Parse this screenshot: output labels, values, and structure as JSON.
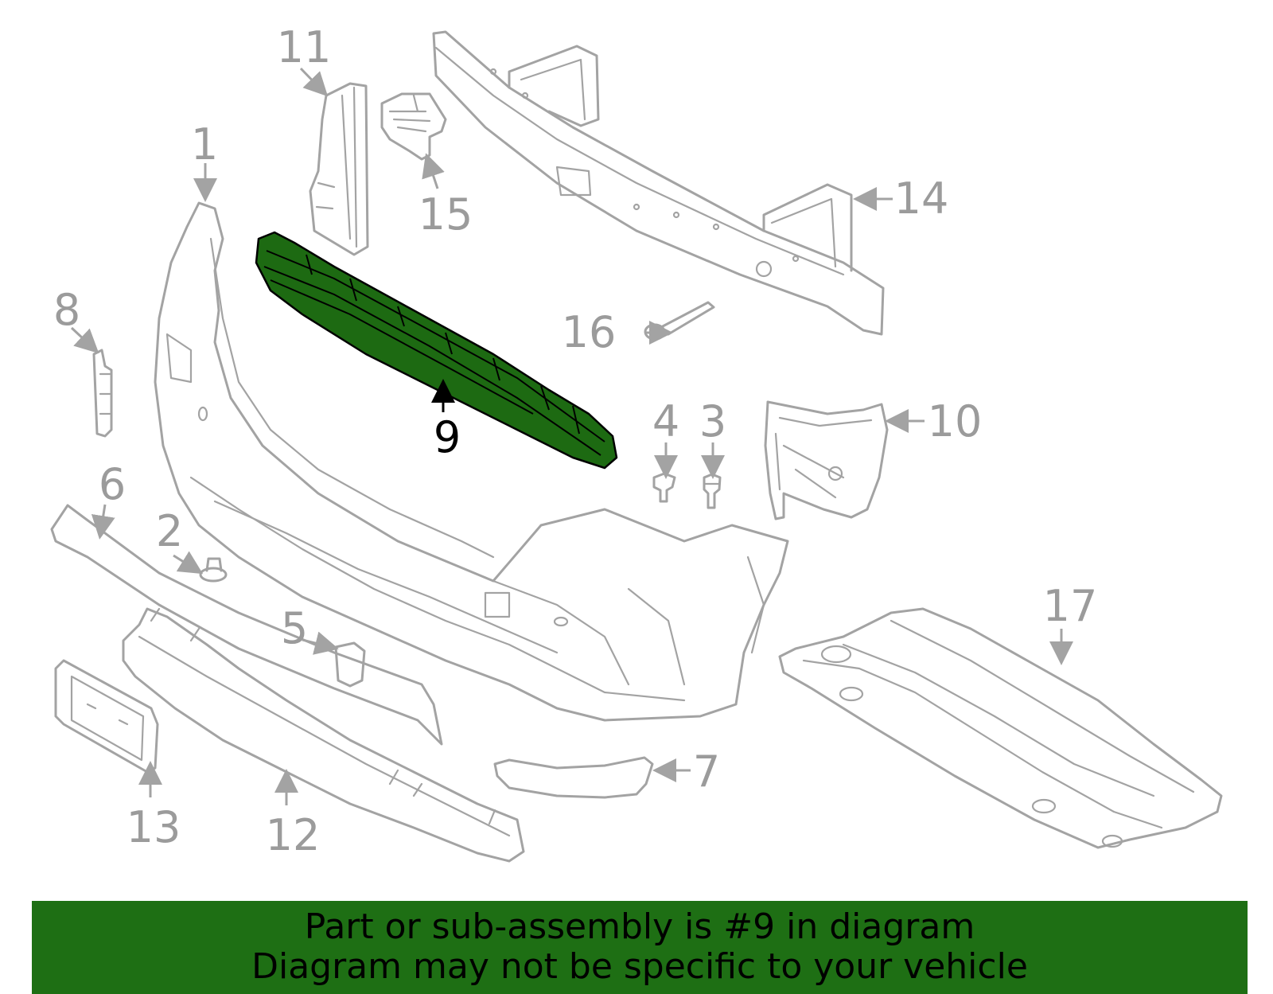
{
  "callouts": {
    "c1": "1",
    "c2": "2",
    "c3": "3",
    "c4": "4",
    "c5": "5",
    "c6": "6",
    "c7": "7",
    "c8": "8",
    "c9": "9",
    "c10": "10",
    "c11": "11",
    "c12": "12",
    "c13": "13",
    "c14": "14",
    "c15": "15",
    "c16": "16",
    "c17": "17"
  },
  "highlighted_part": "9",
  "colors": {
    "highlight": "#1d6a12",
    "banner": "#1e6f14",
    "lines": "#a3a3a3"
  },
  "banner": {
    "line1": "Part or sub-assembly is #9 in diagram",
    "line2": "Diagram may not be specific to your vehicle"
  }
}
